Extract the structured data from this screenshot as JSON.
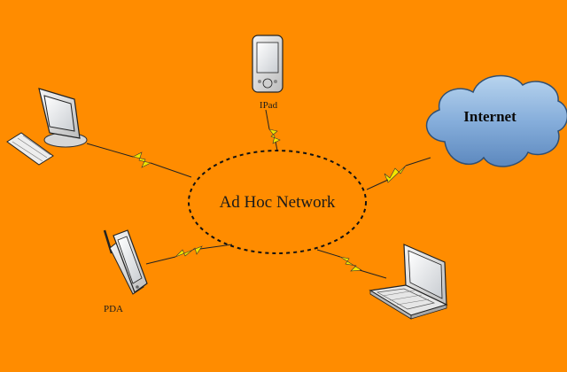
{
  "diagram": {
    "background_color": "#FF8C00",
    "center_node": {
      "label": "Ad Hoc Network"
    },
    "cloud_node": {
      "label": "Internet",
      "color": "#7BA7D6"
    },
    "devices": [
      {
        "id": "desktop",
        "label": "",
        "icon": "desktop-computer-icon"
      },
      {
        "id": "ipad",
        "label": "IPad",
        "icon": "tablet-icon"
      },
      {
        "id": "pda",
        "label": "PDA",
        "icon": "pda-icon"
      },
      {
        "id": "laptop",
        "label": "",
        "icon": "laptop-icon"
      }
    ],
    "link_style": "wireless-lightning",
    "bolt_color": "#F2E600"
  }
}
